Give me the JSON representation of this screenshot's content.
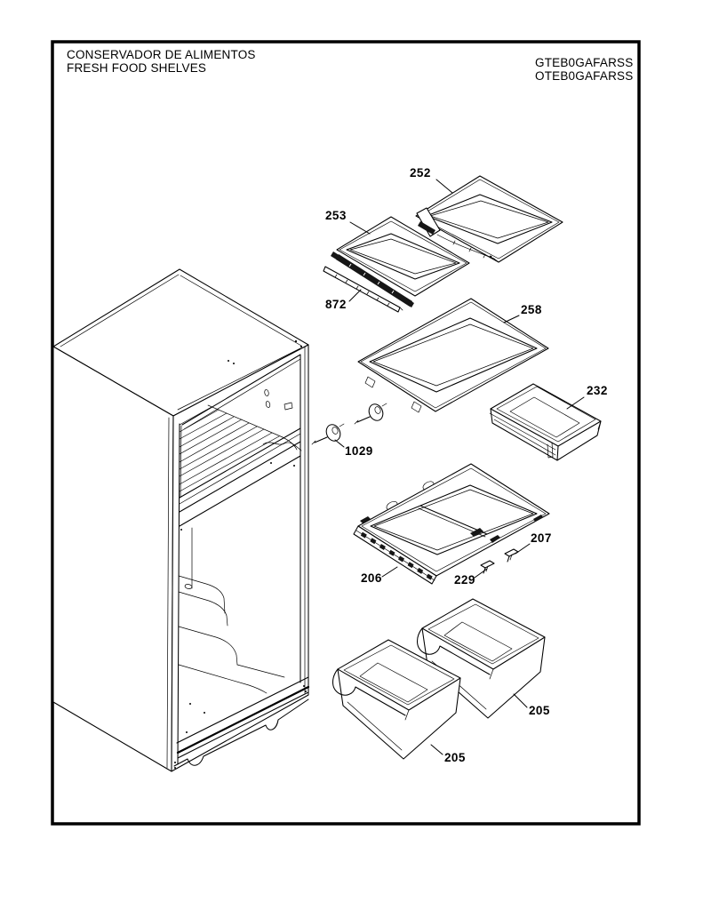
{
  "page": {
    "background": "#ffffff",
    "ink": "#000000"
  },
  "header": {
    "title_line1": "CONSERVADOR DE ALIMENTOS",
    "title_line2": "FRESH FOOD SHELVES",
    "model_line1": "GTEB0GAFARSS",
    "model_line2": "OTEB0GAFARSS"
  },
  "parts": [
    {
      "label": "252"
    },
    {
      "label": "253"
    },
    {
      "label": "872"
    },
    {
      "label": "258"
    },
    {
      "label": "232"
    },
    {
      "label": "1029"
    },
    {
      "label": "207"
    },
    {
      "label": "206"
    },
    {
      "label": "229"
    },
    {
      "label": "205"
    },
    {
      "label": "205"
    }
  ]
}
